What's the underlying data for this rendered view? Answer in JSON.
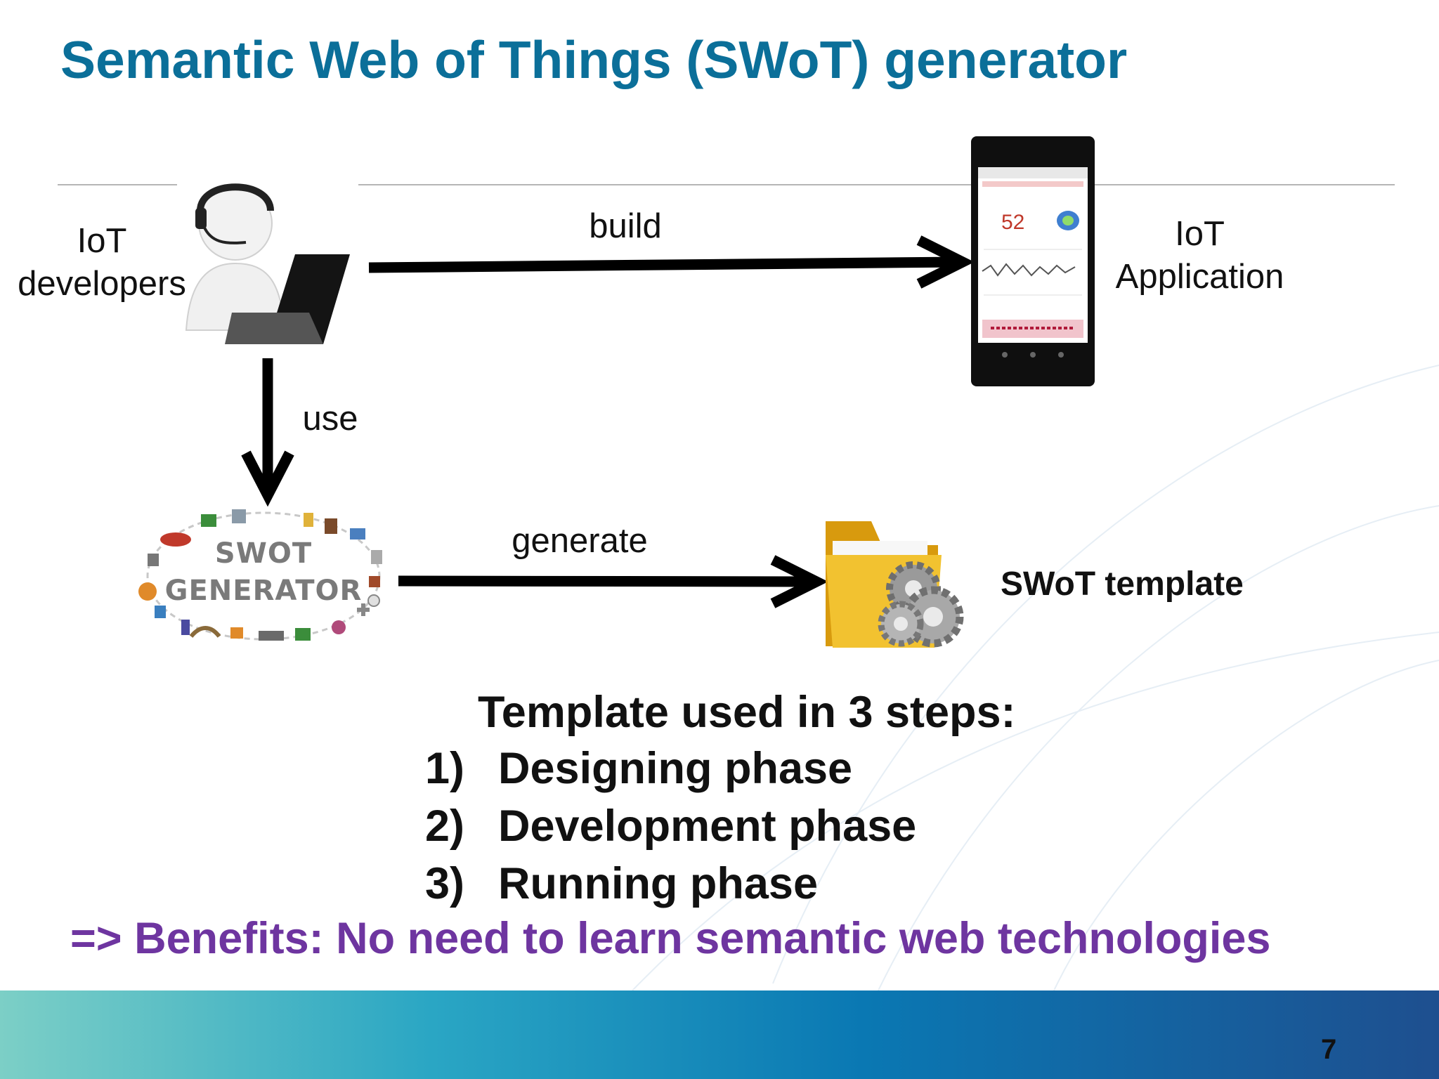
{
  "title": "Semantic Web of Things (SWoT) generator",
  "diagram": {
    "developers_label_line1": "IoT",
    "developers_label_line2": "developers",
    "build_label": "build",
    "application_label_line1": "IoT",
    "application_label_line2": "Application",
    "use_label": "use",
    "generator_line1": "SWOT",
    "generator_line2": "GENERATOR",
    "generate_label": "generate",
    "template_label": "SWoT template",
    "phone_reading": "52"
  },
  "steps": {
    "heading": "Template used in 3 steps:",
    "items": [
      {
        "num": "1)",
        "label": "Designing phase"
      },
      {
        "num": "2)",
        "label": "Development phase"
      },
      {
        "num": "3)",
        "label": "Running phase"
      }
    ]
  },
  "benefits": "=> Benefits: No need to learn semantic web technologies",
  "page_number": "7",
  "colors": {
    "title": "#0b6f99",
    "benefits": "#6e35a0",
    "arrows": "#000000",
    "footer_start": "#7ccfc6",
    "footer_end": "#1e4f8f"
  }
}
